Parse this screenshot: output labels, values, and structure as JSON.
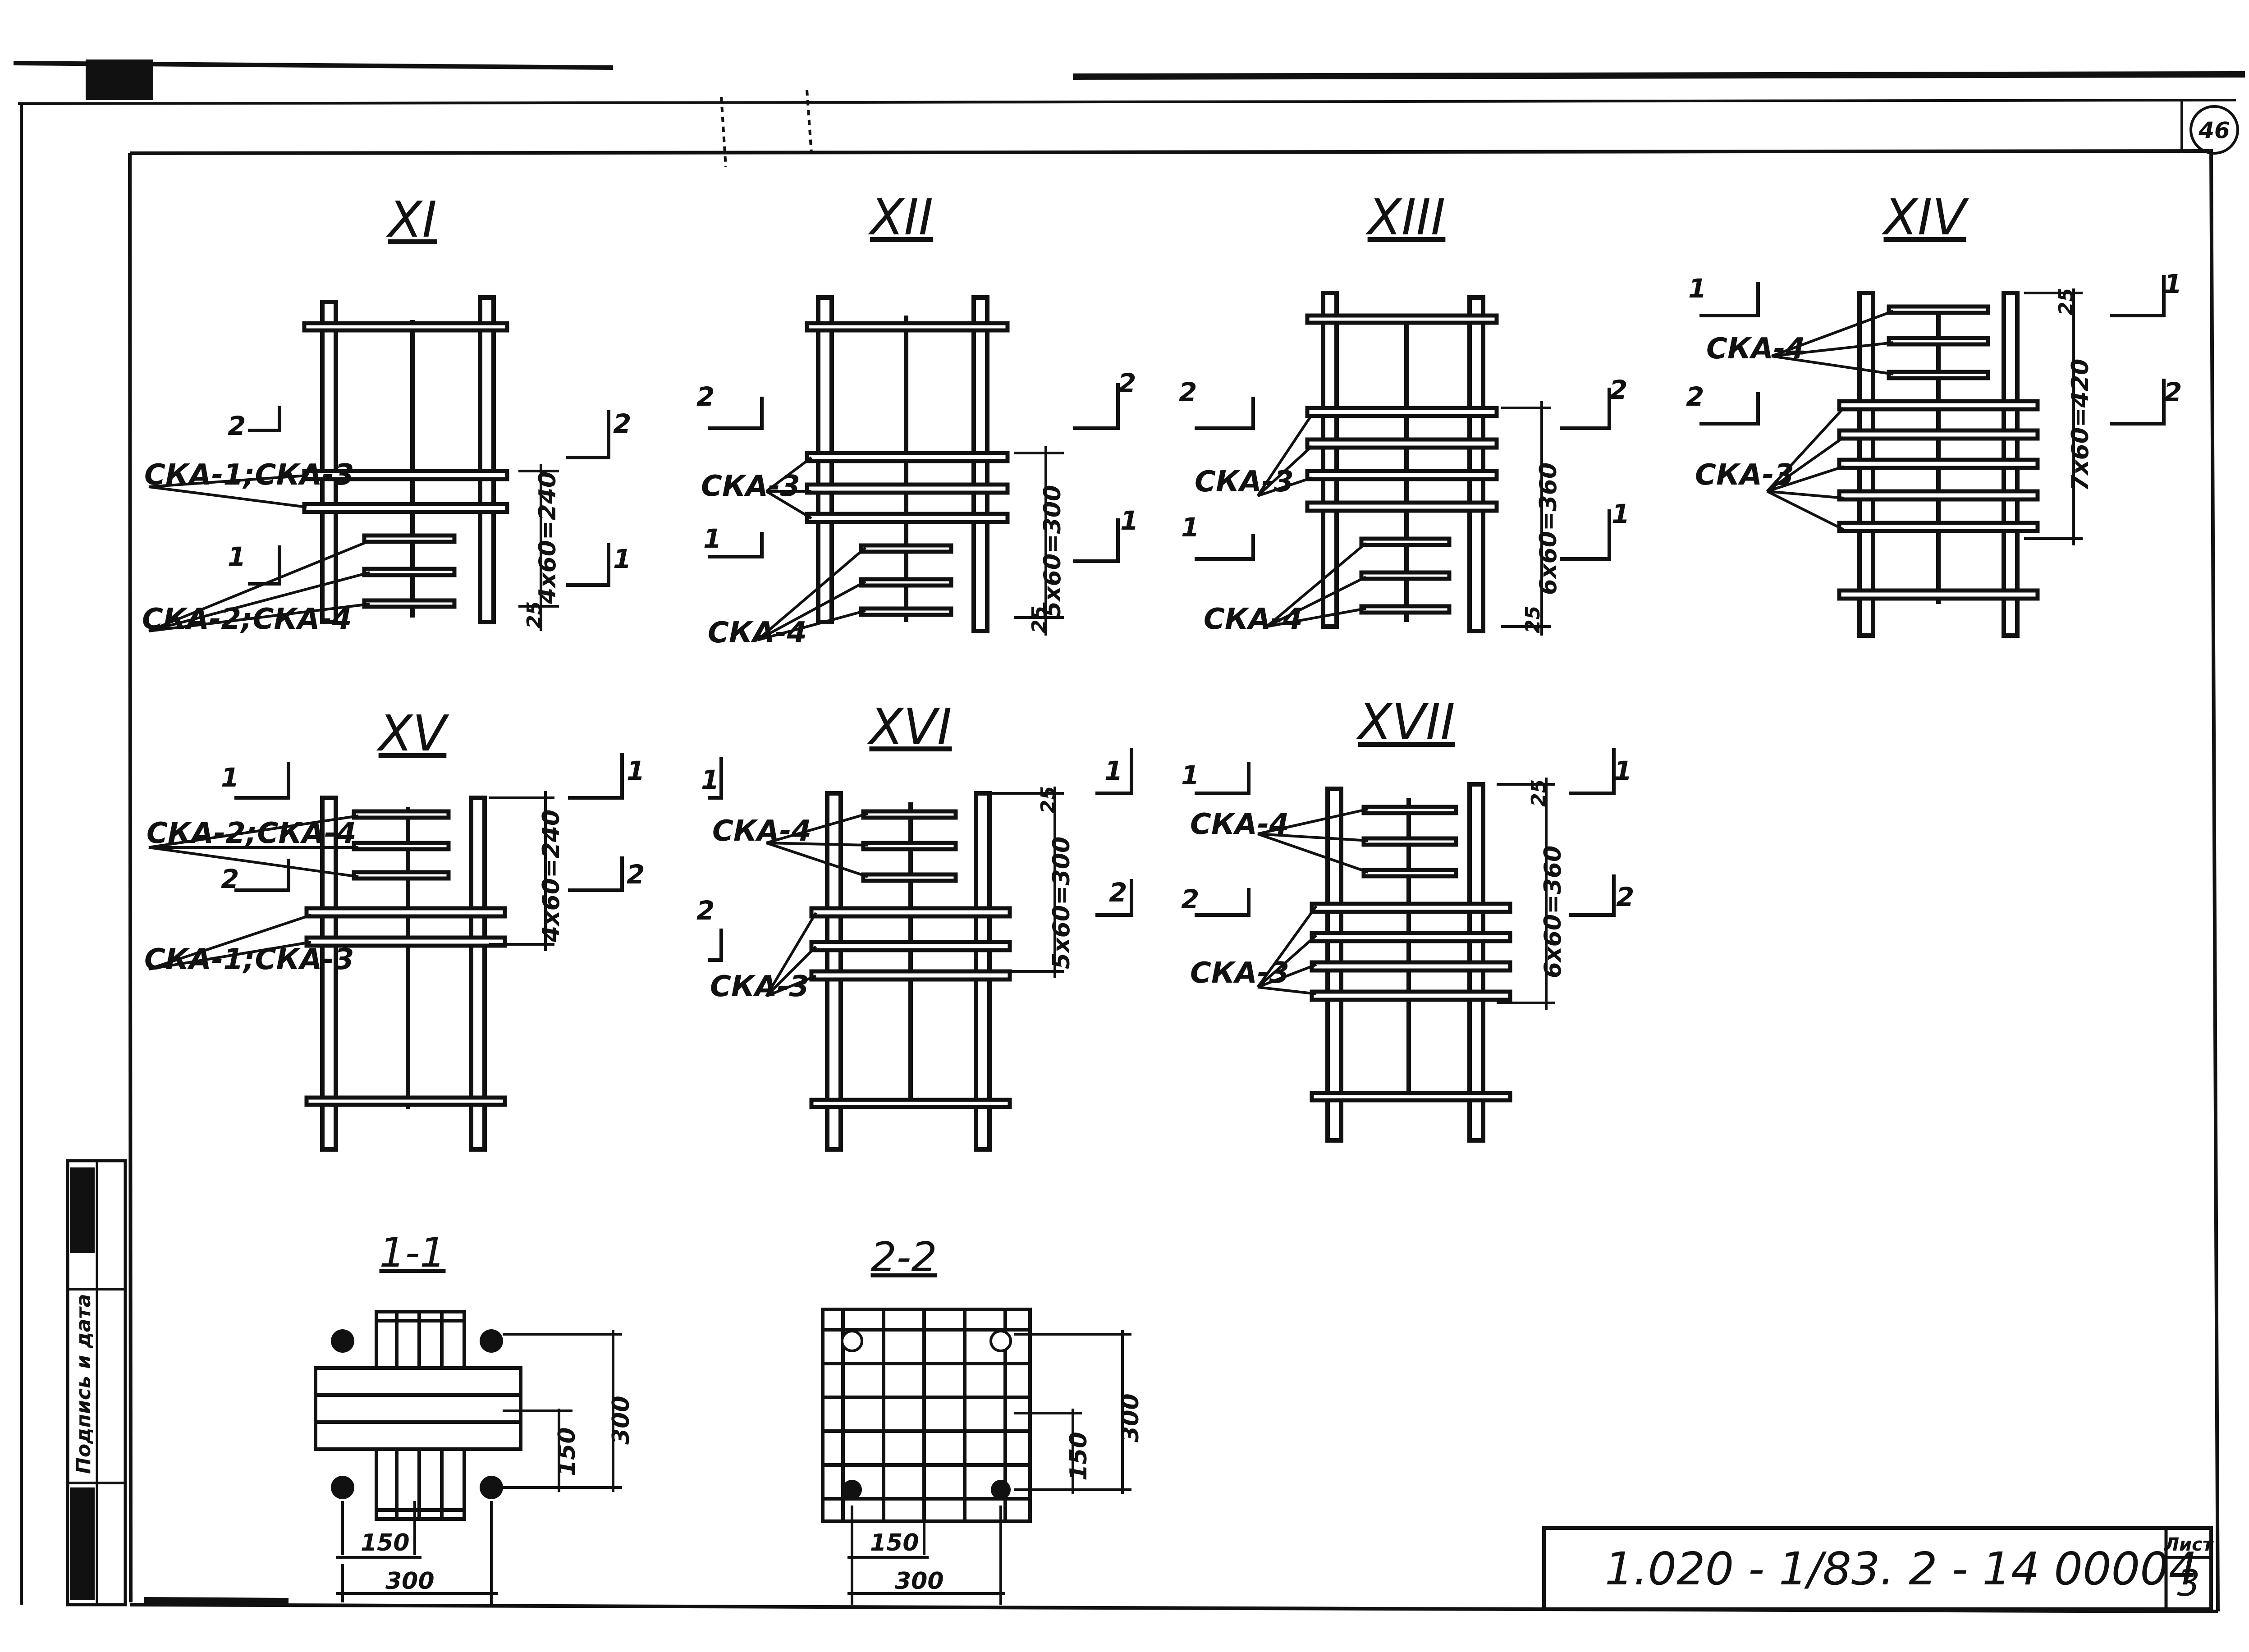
{
  "views": [
    {
      "numeral": "XI",
      "upper_label": "СКА-1;СКА-3",
      "lower_label": "СКА-2;СКА-4",
      "dimension": "4x60=240",
      "edge_dim": "25",
      "cut1": "1",
      "cut2": "2"
    },
    {
      "numeral": "XII",
      "upper_label": "СКА-3",
      "lower_label": "СКА-4",
      "dimension": "5x60=300",
      "edge_dim": "25",
      "cut1": "1",
      "cut2": "2"
    },
    {
      "numeral": "XIII",
      "upper_label": "СКА-3",
      "lower_label": "СКА-4",
      "dimension": "6x60=360",
      "edge_dim": "25",
      "cut1": "1",
      "cut2": "2"
    },
    {
      "numeral": "XIV",
      "upper_label": "СКА-4",
      "lower_label": "СКА-3",
      "dimension": "7x60=420",
      "edge_dim": "25",
      "cut1": "1",
      "cut2": "2"
    },
    {
      "numeral": "XV",
      "upper_label": "СКА-2;СКА-4",
      "lower_label": "СКА-1;СКА-3",
      "dimension": "4x60=240",
      "cut1": "1",
      "cut2": "2"
    },
    {
      "numeral": "XVI",
      "upper_label": "СКА-4",
      "lower_label": "СКА-3",
      "dimension": "5x60=300",
      "edge_dim": "25",
      "cut1": "1",
      "cut2": "2"
    },
    {
      "numeral": "XVII",
      "upper_label": "СКА-4",
      "lower_label": "СКА-3",
      "dimension": "6x60=360",
      "edge_dim": "25",
      "cut1": "1",
      "cut2": "2"
    }
  ],
  "sections": [
    {
      "title": "1-1",
      "dim_150": "150",
      "dim_300": "300"
    },
    {
      "title": "2-2",
      "dim_150": "150",
      "dim_300": "300"
    }
  ],
  "side_stamp": {
    "field_1": "Подпись и дата"
  },
  "title_block": {
    "designation": "1.020 - 1/83. 2 - 14 00004",
    "sheet_label": "Лист",
    "sheet_number": "3"
  },
  "corner_mark": "46"
}
